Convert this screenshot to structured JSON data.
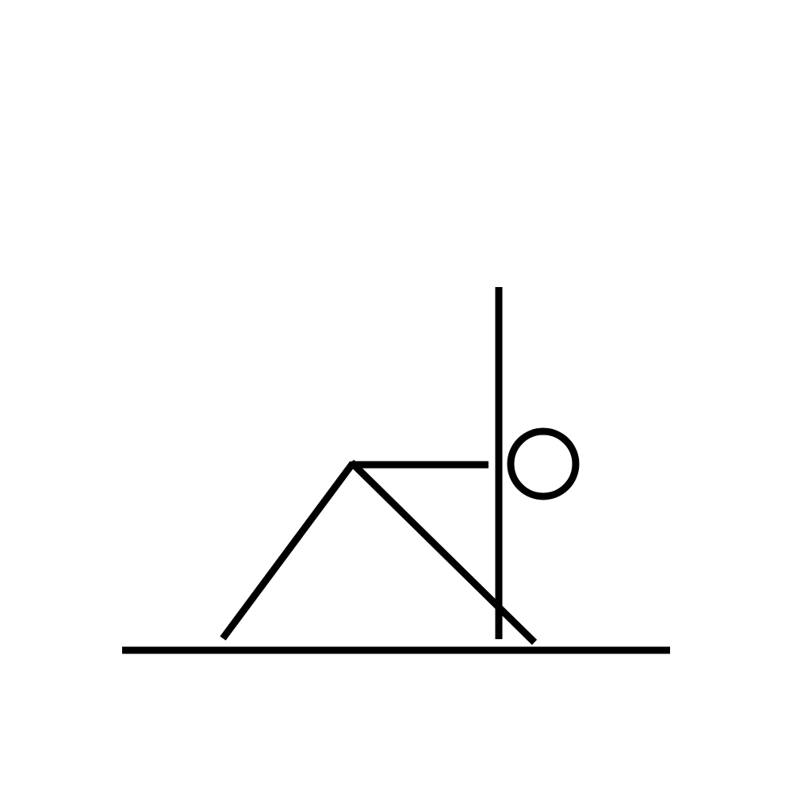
{
  "figure": {
    "background_color": "#ffffff",
    "stroke_color": "#000000",
    "elements": [
      "ground-line",
      "vertical-pole",
      "left-leg-line",
      "right-diagonal-line",
      "horizontal-arm-line",
      "head-circle"
    ]
  }
}
